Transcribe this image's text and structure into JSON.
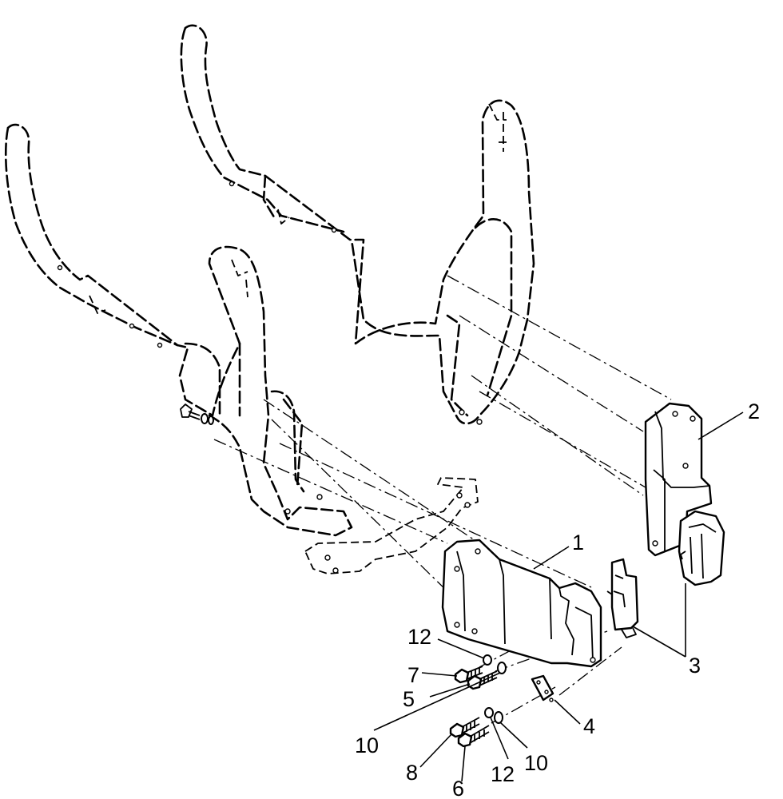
{
  "callouts": {
    "c1": "1",
    "c2": "2",
    "c3": "3",
    "c4": "4",
    "c5": "5",
    "c6": "6",
    "c7": "7",
    "c8": "8",
    "c10a": "10",
    "c10b": "10",
    "c12a": "12",
    "c12b": "12"
  }
}
